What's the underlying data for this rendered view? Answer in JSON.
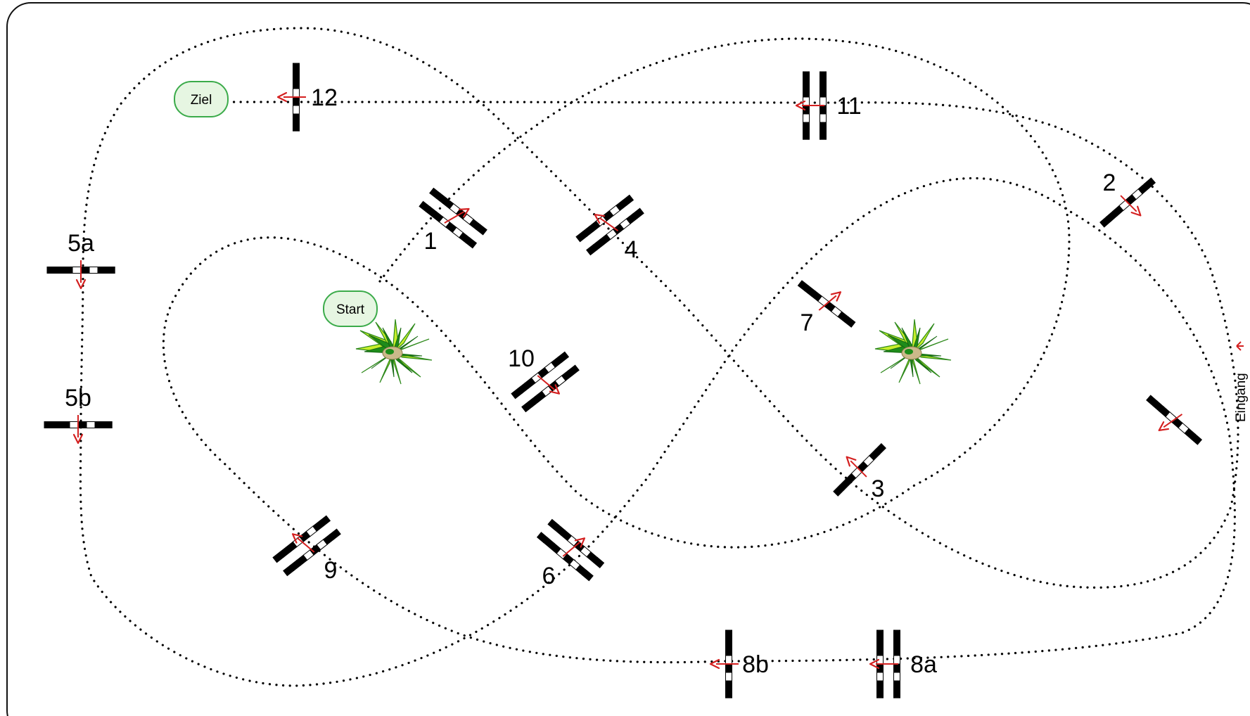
{
  "course": {
    "colors": {
      "track": "#000000",
      "arrow": "#d42020",
      "pole": "#000000",
      "pole_stripe": "#ffffff",
      "marker_fill": "#e6f6e2",
      "marker_stroke": "#3bab4a",
      "plant_dark": "#1e8c1a",
      "plant_light": "#c6ee2a"
    },
    "markers": [
      {
        "id": "start",
        "label": "Start"
      },
      {
        "id": "finish",
        "label": "Ziel"
      }
    ],
    "obstacles": [
      {
        "id": "1",
        "label": "1",
        "type": "oxer",
        "icon": "jump-obstacle-icon"
      },
      {
        "id": "2",
        "label": "2",
        "type": "vertical",
        "icon": "jump-obstacle-icon"
      },
      {
        "id": "3",
        "label": "3",
        "type": "vertical",
        "icon": "jump-obstacle-icon"
      },
      {
        "id": "4",
        "label": "4",
        "type": "oxer",
        "icon": "jump-obstacle-icon"
      },
      {
        "id": "5a",
        "label": "5a",
        "type": "vertical",
        "icon": "jump-obstacle-icon"
      },
      {
        "id": "5b",
        "label": "5b",
        "type": "vertical",
        "icon": "jump-obstacle-icon"
      },
      {
        "id": "6",
        "label": "6",
        "type": "oxer",
        "icon": "jump-obstacle-icon"
      },
      {
        "id": "7",
        "label": "7",
        "type": "vertical",
        "icon": "jump-obstacle-icon"
      },
      {
        "id": "8a",
        "label": "8a",
        "type": "oxer",
        "icon": "jump-obstacle-icon"
      },
      {
        "id": "8b",
        "label": "8b",
        "type": "vertical",
        "icon": "jump-obstacle-icon"
      },
      {
        "id": "9",
        "label": "9",
        "type": "oxer",
        "icon": "jump-obstacle-icon"
      },
      {
        "id": "10",
        "label": "10",
        "type": "oxer",
        "icon": "jump-obstacle-icon"
      },
      {
        "id": "11",
        "label": "11",
        "type": "oxer",
        "icon": "jump-obstacle-icon"
      },
      {
        "id": "12",
        "label": "12",
        "type": "vertical",
        "icon": "jump-obstacle-icon"
      },
      {
        "id": "unnumbered",
        "label": "",
        "type": "vertical",
        "icon": "jump-obstacle-icon"
      }
    ],
    "entrance": {
      "label": "Eingang"
    },
    "decorations": [
      {
        "id": "plant-left",
        "icon": "plant-icon"
      },
      {
        "id": "plant-right",
        "icon": "plant-icon"
      }
    ]
  }
}
